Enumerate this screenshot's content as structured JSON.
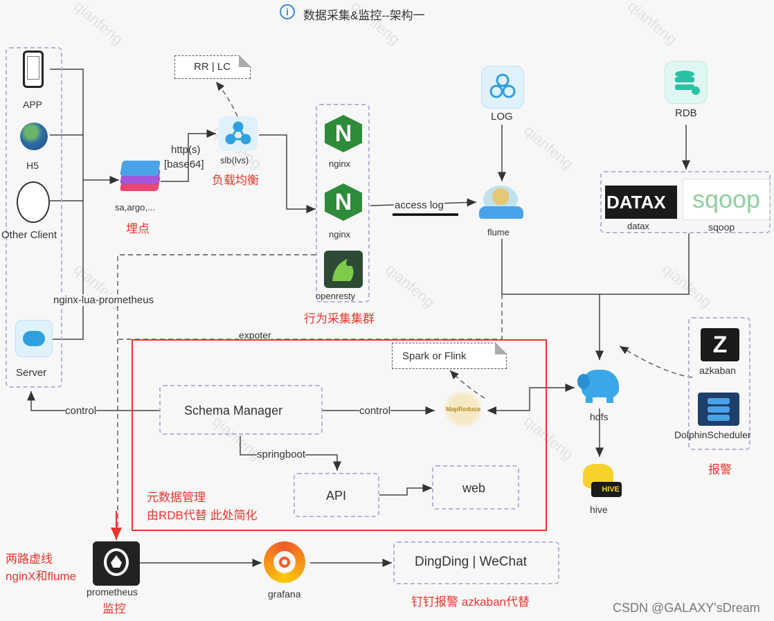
{
  "title": "数据采集&监控--架构一",
  "clients": {
    "app": "APP",
    "h5": "H5",
    "other": "Other Client",
    "server": "Server"
  },
  "labels": {
    "http": "http(s)",
    "base64": "[base64]",
    "sdk_name": "sa,argo,...",
    "slb": "slb(lvs)",
    "rr_lc": "RR | LC",
    "nginx1": "nginx",
    "nginx2": "nginx",
    "openresty": "openresty",
    "access_log": "access log",
    "log": "LOG",
    "flume": "flume",
    "rdb": "RDB",
    "datax": "datax",
    "datax_logo": "DATAX",
    "sqoop": "sqoop",
    "nginx_lua": "nginx-lua-prometheus",
    "expoter": "expoter",
    "spark_flink": "Spark or Flink",
    "mapreduce": "MapReduce",
    "hdfs": "hdfs",
    "hive": "hive",
    "azkaban": "azkaban",
    "dolphin": "DolphinScheduler",
    "control_left": "control",
    "control_right": "control",
    "schema_manager": "Schema Manager",
    "springboot": "springboot",
    "api": "API",
    "web": "web",
    "prometheus": "prometheus",
    "grafana": "grafana",
    "dingding": "DingDing | WeChat",
    "csdn": "CSDN @GALAXY'sDream"
  },
  "annotations": {
    "maidian": "埋点",
    "fuzai": "负载均衡",
    "xingwei": "行为采集集群",
    "baojing": "报警",
    "yuanshuju1": "元数据管理",
    "yuanshuju2": "由RDB代替 此处简化",
    "lianglu1": "两路虚线",
    "lianglu2": "nginX和flume",
    "jiankong": "监控",
    "dingding_note": "钉钉报警 azkaban代替"
  },
  "watermark": "qianfeng",
  "colors": {
    "red": "#e8352e",
    "nginx_green": "#2e8b3a",
    "dash_purple": "#b7b2d6",
    "cyan": "#3aa7e8"
  }
}
